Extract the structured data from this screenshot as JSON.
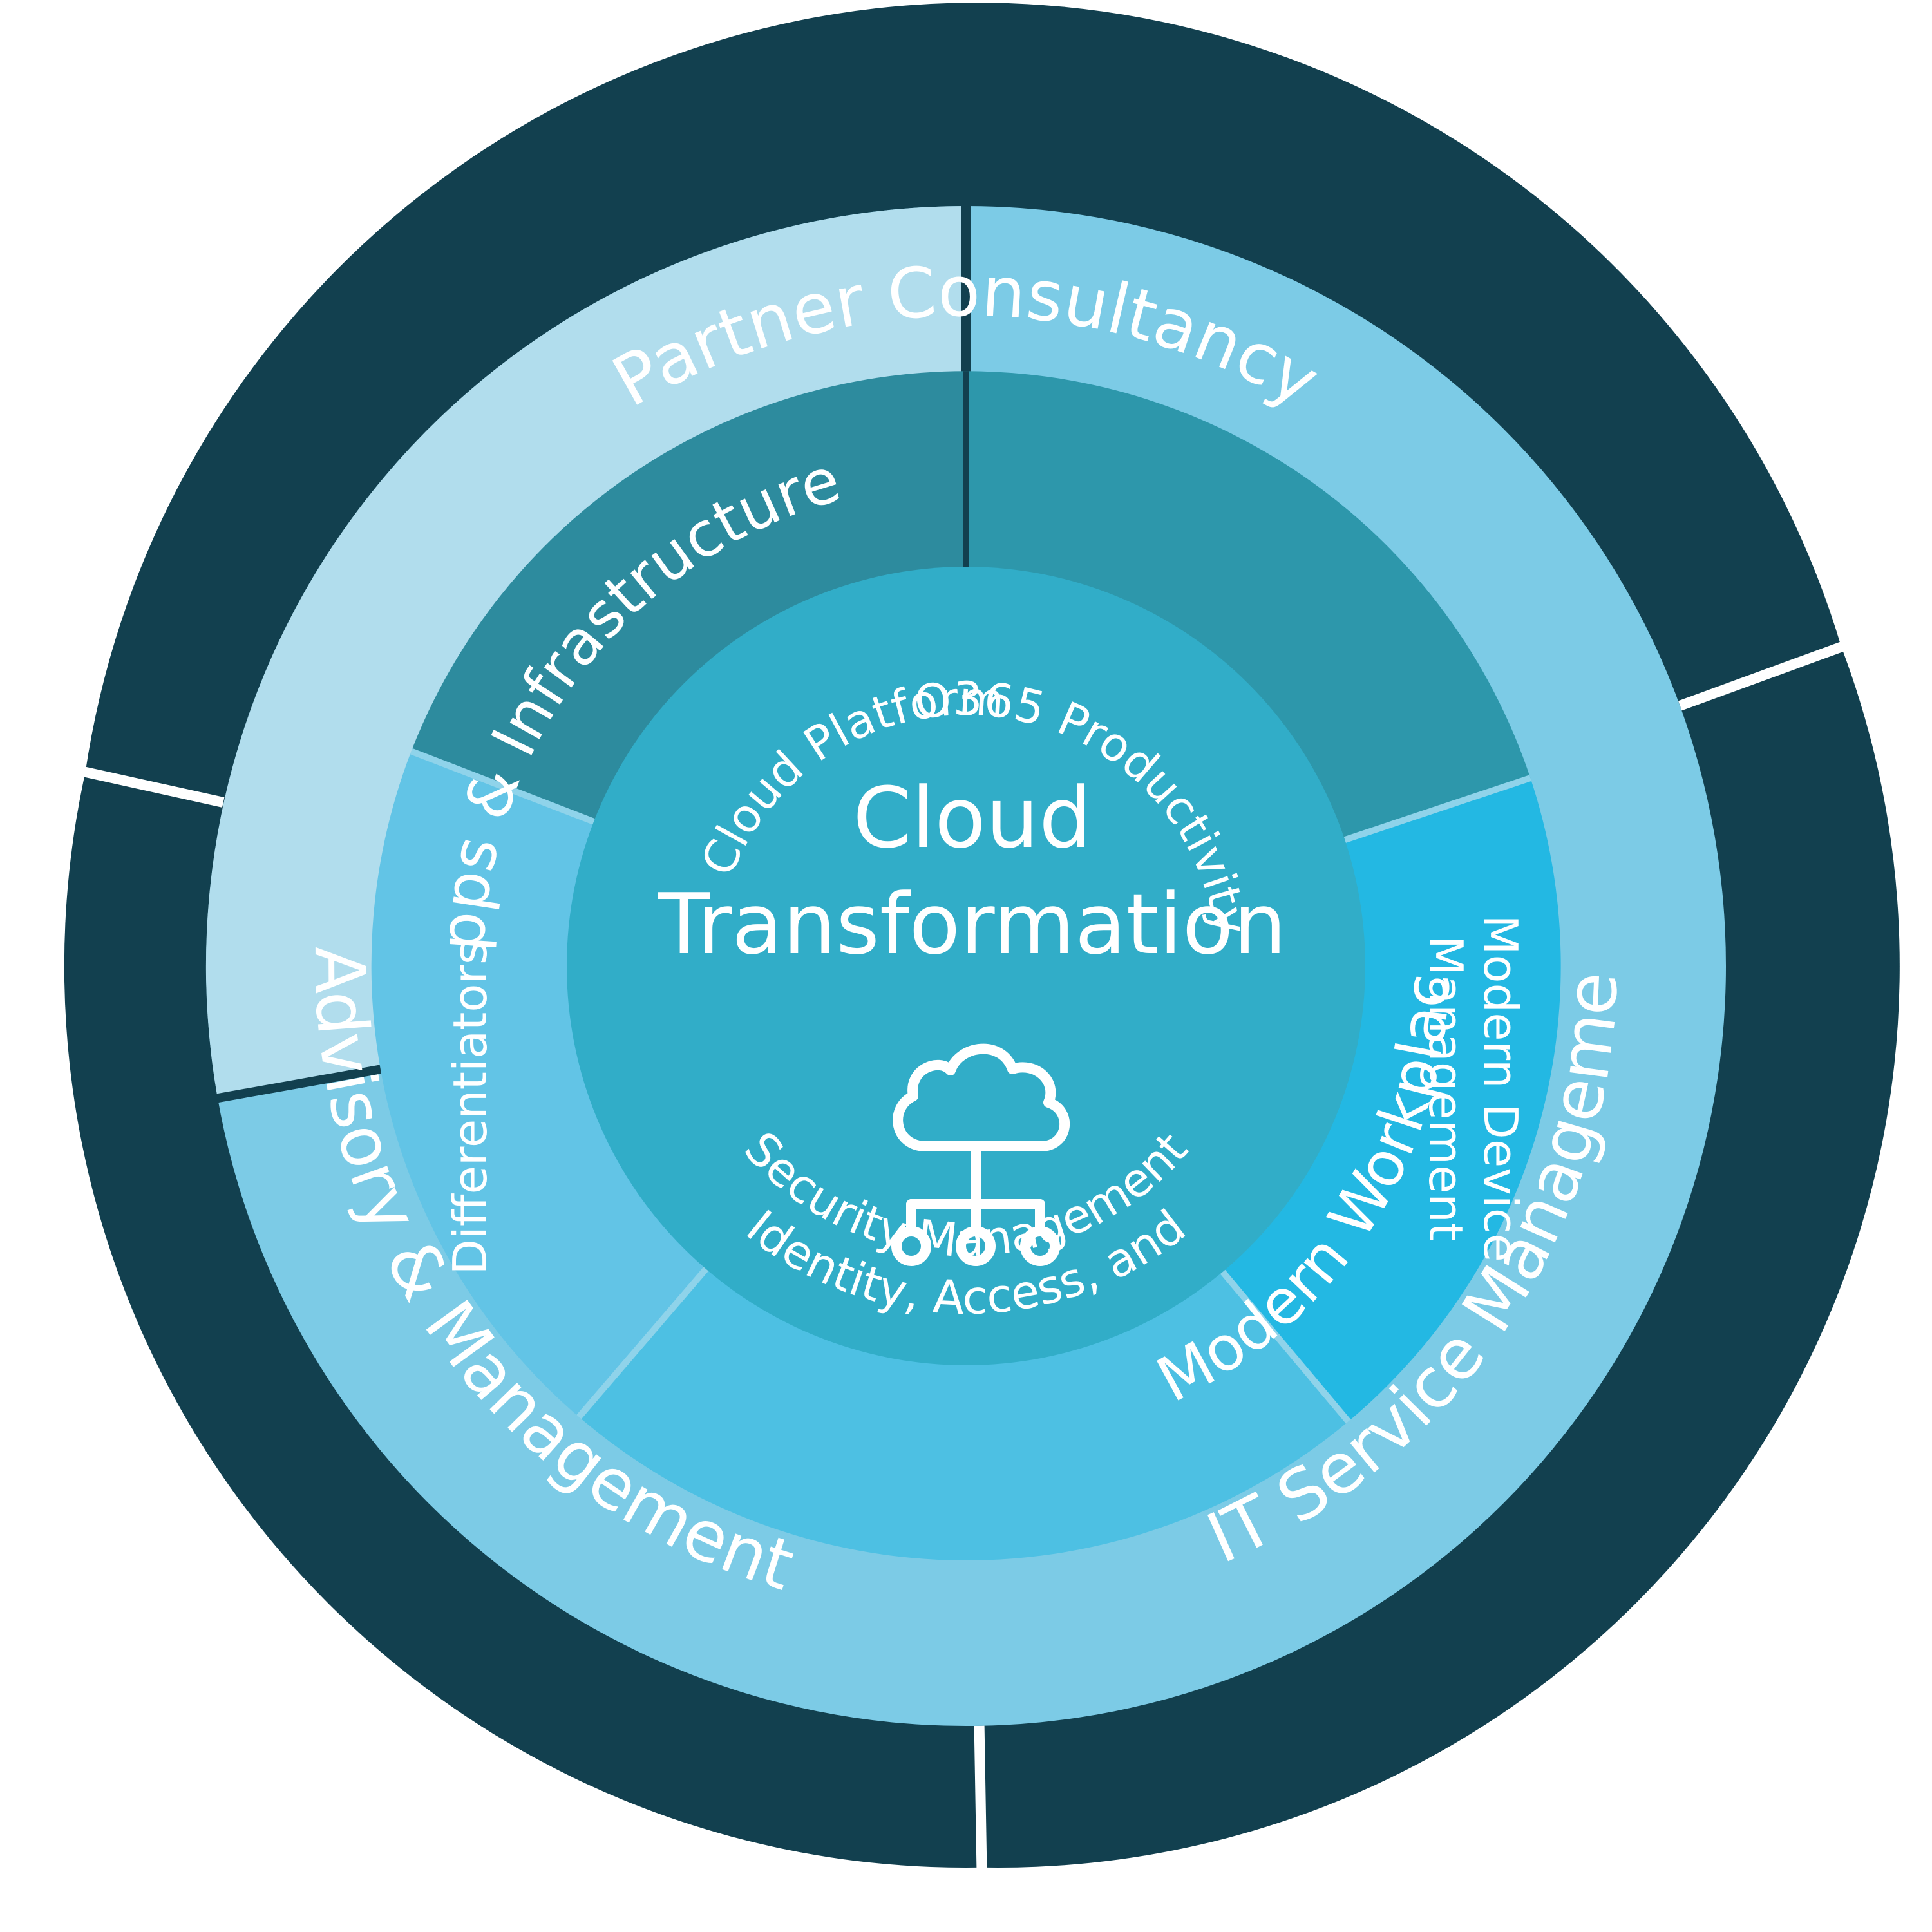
{
  "center": {
    "line1": "Cloud",
    "line2": "Transformation",
    "icon": "cloud-network-icon"
  },
  "outer_ring": [
    {
      "label": "Partner Consultancy",
      "color": "#12404f"
    },
    {
      "label": "IT Service Management",
      "color": "#12404f"
    },
    {
      "label": "Advisory & Management",
      "color": "#12404f"
    }
  ],
  "middle_ring": [
    {
      "label": "Apps & Infrastructure",
      "color": "#b1dded"
    },
    {
      "label": "Modern Workplace",
      "color": "#7ccbe6"
    }
  ],
  "inner_ring": [
    {
      "label": "Cloud Platform",
      "color": "#2d8b9e"
    },
    {
      "label": "O365 Productivity",
      "color": "#2d97ab"
    },
    {
      "label": "Modern Device",
      "label2": "Management",
      "color": "#23b8e3"
    },
    {
      "label": "Identity, Access, and",
      "label2": "Security Management",
      "color": "#4dc0e3"
    },
    {
      "label": "Differentiators",
      "color": "#62c4e6"
    }
  ],
  "colors": {
    "center": "#31adc8",
    "separator_light": "#ffffff",
    "separator_dark": "#12404f",
    "text": "#ffffff"
  }
}
